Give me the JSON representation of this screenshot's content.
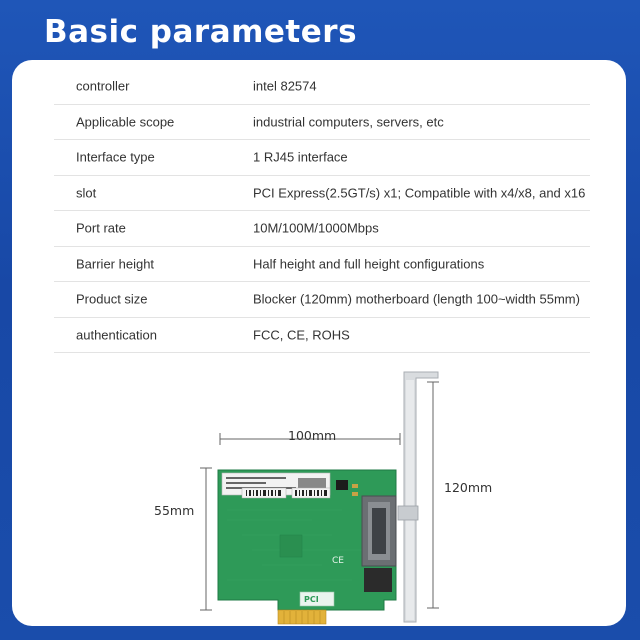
{
  "header": {
    "title": "Basic parameters"
  },
  "specs": [
    {
      "label": "controller",
      "value": "intel 82574"
    },
    {
      "label": "Applicable scope",
      "value": "industrial computers, servers, etc"
    },
    {
      "label": "Interface type",
      "value": "1 RJ45 interface"
    },
    {
      "label": "slot",
      "value": "PCI Express(2.5GT/s) x1; Compatible with x4/x8, and x16"
    },
    {
      "label": "Port rate",
      "value": "10M/100M/1000Mbps"
    },
    {
      "label": "Barrier height",
      "value": "Half height and full height configurations"
    },
    {
      "label": "Product size",
      "value": "Blocker (120mm) motherboard (length 100~width 55mm)"
    },
    {
      "label": "authentication",
      "value": "FCC, CE, ROHS"
    }
  ],
  "dimensions": {
    "length": "100mm",
    "width": "55mm",
    "bracket_height": "120mm"
  },
  "colors": {
    "background": "#1c4fae",
    "panel": "#ffffff",
    "pcb": "#2e9a58",
    "bracket": "#d9dcdf",
    "gold_fingers": "#e2b23a"
  }
}
